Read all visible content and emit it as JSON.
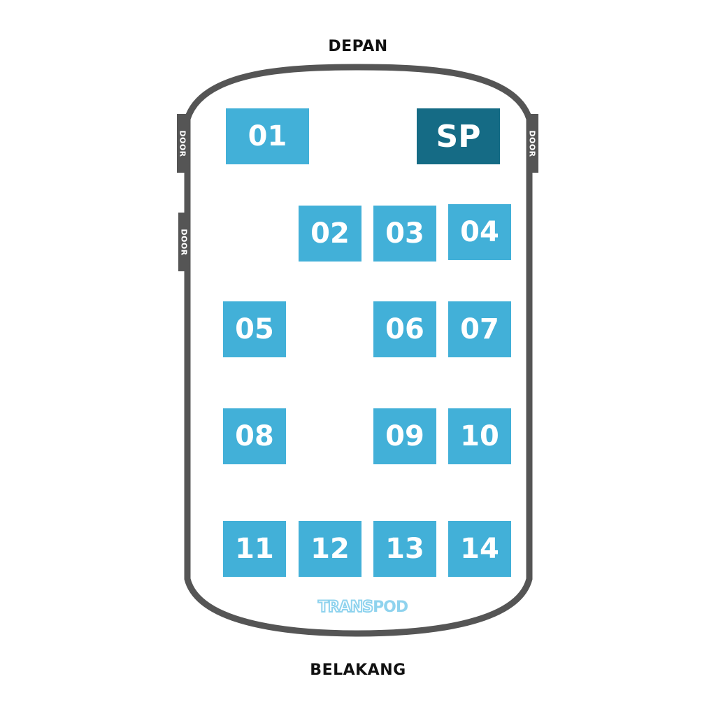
{
  "front_label": "DEPAN",
  "rear_label": "BELAKANG",
  "door_label": "DOOR",
  "logo": {
    "part1": "TRANS",
    "part2": "POD"
  },
  "colors": {
    "seat": "#42b0d8",
    "special_seat": "#156b85",
    "outline": "#555555",
    "logo": "#8fd3ee"
  },
  "seats": [
    "01",
    "SP",
    "02",
    "03",
    "04",
    "05",
    "06",
    "07",
    "08",
    "09",
    "10",
    "11",
    "12",
    "13",
    "14"
  ]
}
